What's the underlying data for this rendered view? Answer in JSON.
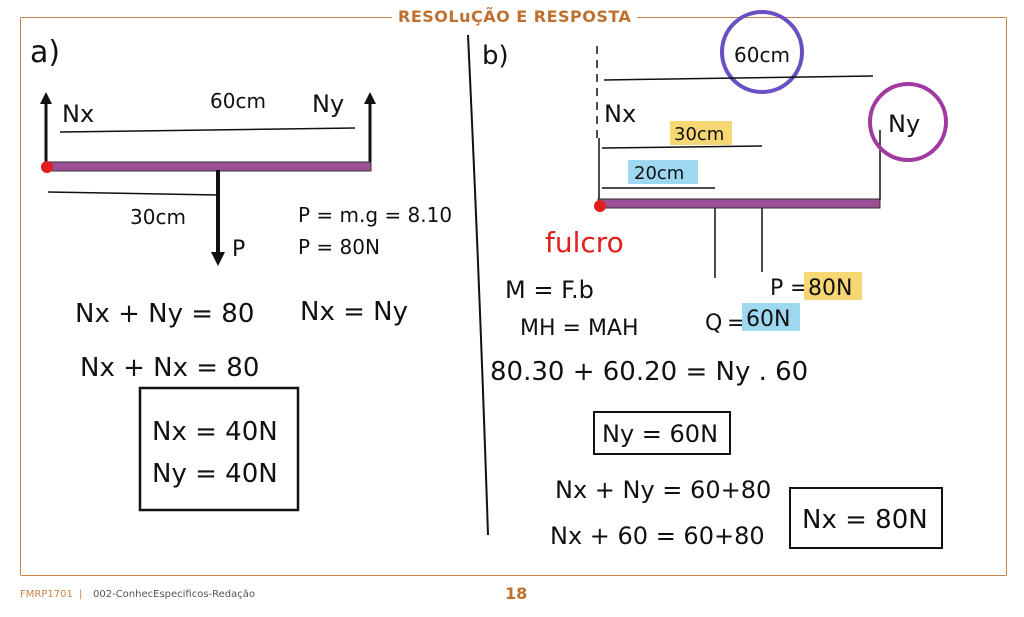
{
  "header": {
    "title": "RESOLuÇÃO E RESPOSTA"
  },
  "footer": {
    "code": "FMRP1701",
    "separator": "|",
    "course": "002-ConhecEspecificos-Redação",
    "page": "18"
  },
  "part_a": {
    "label": "a)",
    "nx": "Nx",
    "ny": "Ny",
    "length": "60cm",
    "half": "30cm",
    "p": "P",
    "weight_eq1": "P = m.g = 8.10",
    "weight_eq2": "P = 80N",
    "eq1": "Nx + Ny = 80",
    "eq2": "Nx = Ny",
    "eq3": "Nx + Nx = 80",
    "result1": "Nx = 40N",
    "result2": "Ny = 40N"
  },
  "part_b": {
    "label": "b)",
    "length": "60cm",
    "nx": "Nx",
    "ny": "Ny",
    "d30": "30cm",
    "d20": "20cm",
    "fulcrum": "fulcro",
    "p_label": "P",
    "p_value": "80N",
    "q_label": "Q",
    "q_value": "60N",
    "eq1": "M = F.b",
    "eq2": "MH = MAH",
    "eq3": "80.30 + 60.20 = Ny . 60",
    "result1": "Ny = 60N",
    "eq4": "Nx + Ny = 60+80",
    "eq5": "Nx + 60 = 60+80",
    "result2": "Nx = 80N"
  },
  "colors": {
    "accent": "#c0702e",
    "beam": "#9b4f96",
    "highlight_yellow": "#f7d774",
    "highlight_blue": "#9ed8f0",
    "red": "#e0201e"
  }
}
